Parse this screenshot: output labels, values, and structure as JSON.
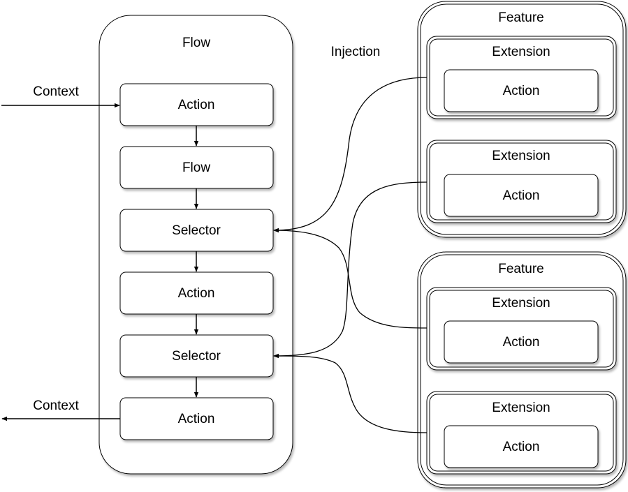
{
  "flow": {
    "title": "Flow",
    "steps": [
      {
        "label": "Action"
      },
      {
        "label": "Flow"
      },
      {
        "label": "Selector"
      },
      {
        "label": "Action"
      },
      {
        "label": "Selector"
      },
      {
        "label": "Action"
      }
    ]
  },
  "context_in": "Context",
  "context_out": "Context",
  "injection_label": "Injection",
  "features": [
    {
      "title": "Feature",
      "extensions": [
        {
          "title": "Extension",
          "action": "Action"
        },
        {
          "title": "Extension",
          "action": "Action"
        }
      ]
    },
    {
      "title": "Feature",
      "extensions": [
        {
          "title": "Extension",
          "action": "Action"
        },
        {
          "title": "Extension",
          "action": "Action"
        }
      ]
    }
  ],
  "colors": {
    "stroke": "#000000",
    "box_fill": "#ffffff",
    "text": "#000000"
  }
}
